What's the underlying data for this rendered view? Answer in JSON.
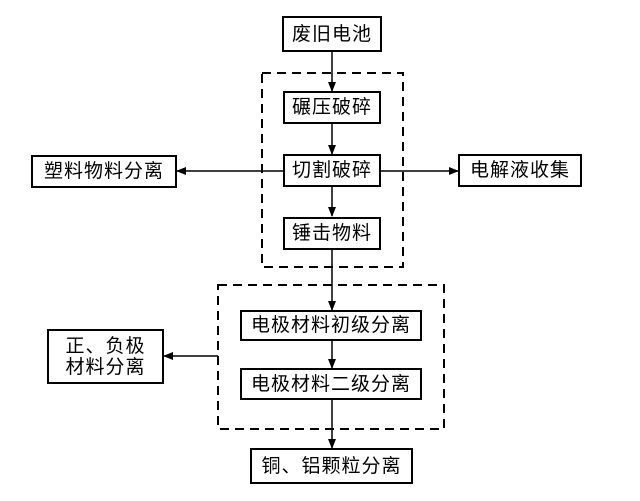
{
  "diagram": {
    "nodes": {
      "waste_battery": "废旧电池",
      "crush": "碾压破碎",
      "cut": "切割破碎",
      "hammer": "锤击物料",
      "plastic": "塑料物料分离",
      "electrolyte": "电解液收集",
      "electrode_primary": "电极材料初级分离",
      "electrode_secondary": "电极材料二级分离",
      "pos_neg_line1": "正、负极",
      "pos_neg_line2": "材料分离",
      "copper_al": "铜、铝颗粒分离"
    },
    "edges": [
      [
        "waste_battery",
        "crush"
      ],
      [
        "crush",
        "cut"
      ],
      [
        "cut",
        "hammer"
      ],
      [
        "cut",
        "plastic"
      ],
      [
        "cut",
        "electrolyte"
      ],
      [
        "hammer",
        "electrode_primary"
      ],
      [
        "electrode_primary",
        "electrode_secondary"
      ],
      [
        "electrode_secondary",
        "copper_al"
      ],
      [
        "electrode_group",
        "pos_neg"
      ]
    ],
    "colors": {
      "line": "#000000",
      "background": "#ffffff"
    }
  }
}
